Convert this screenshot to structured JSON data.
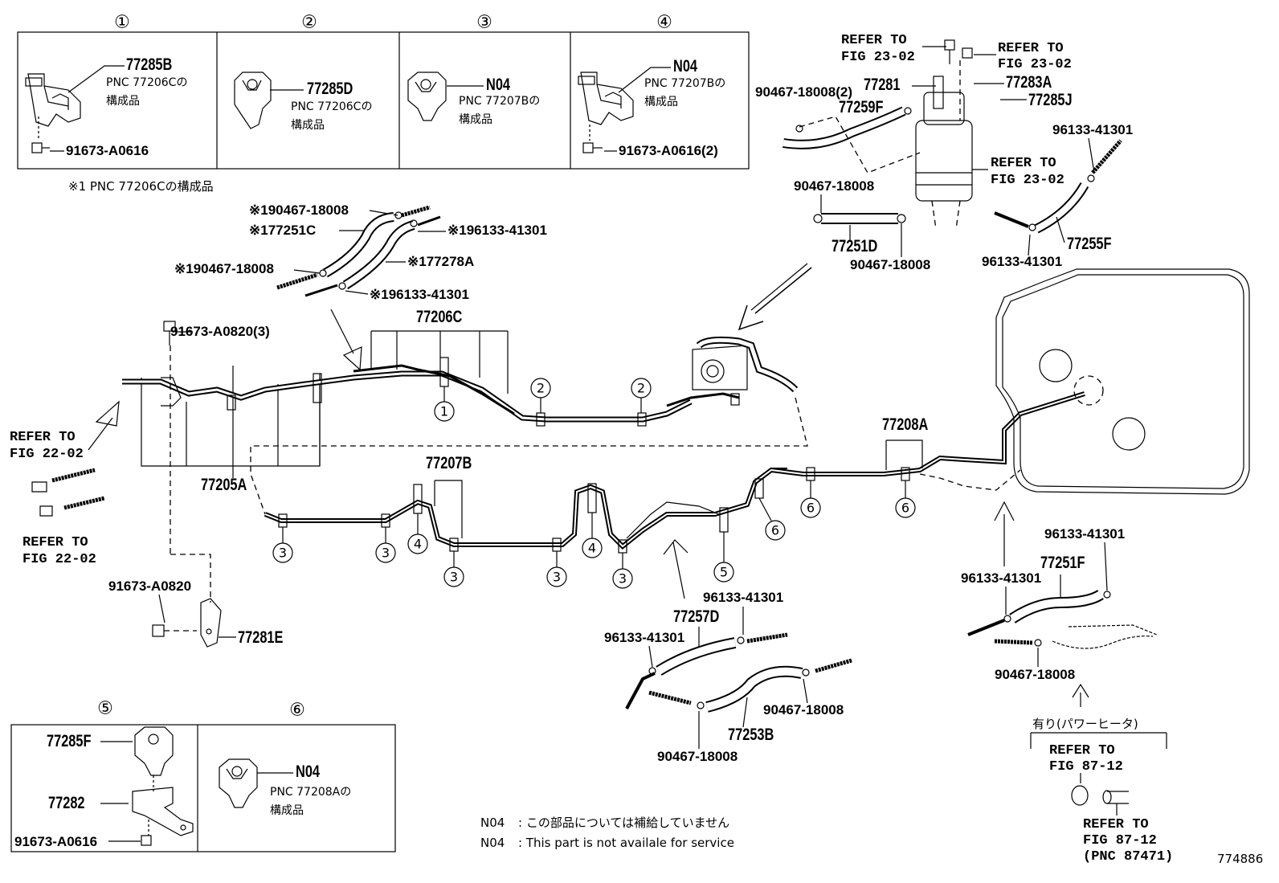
{
  "inset_boxes": {
    "top": [
      {
        "num": "①",
        "part": "77285B",
        "desc1": "PNC 77206Cの",
        "desc2": "構成品",
        "bolt": "91673-A0616"
      },
      {
        "num": "②",
        "part": "77285D",
        "desc1": "PNC 77206Cの",
        "desc2": "構成品"
      },
      {
        "num": "③",
        "part": "N04",
        "desc1": "PNC 77207Bの",
        "desc2": "構成品"
      },
      {
        "num": "④",
        "part": "N04",
        "desc1": "PNC 77207Bの",
        "desc2": "構成品",
        "bolt": "91673-A0616(2)"
      }
    ],
    "bottom": [
      {
        "num": "⑤",
        "part1": "77285F",
        "part2": "77282",
        "bolt": "91673-A0616"
      },
      {
        "num": "⑥",
        "part": "N04",
        "desc1": "PNC 77208Aの",
        "desc2": "構成品"
      }
    ]
  },
  "footnote_top": "※1 PNC 77206Cの構成品",
  "labels": {
    "l_904_a": "※190467-18008",
    "l_77251c": "※177251C",
    "l_961_a": "※196133-41301",
    "l_904_b": "※190467-18008",
    "l_77278a": "※177278A",
    "l_961_b": "※196133-41301",
    "l_91673_a0820_3": "91673-A0820(3)",
    "l_77206c": "77206C",
    "l_77205a": "77205A",
    "l_77207b": "77207B",
    "l_77208a": "77208A",
    "l_91673_a0820": "91673-A0820",
    "l_77281e": "77281E",
    "l_904_1": "90467-18008(2)",
    "l_77281": "77281",
    "l_77283a": "77283A",
    "l_77285j": "77285J",
    "l_77259f": "77259F",
    "l_961_c": "96133-41301",
    "l_904_2": "90467-18008",
    "l_77251d": "77251D",
    "l_904_3": "90467-18008",
    "l_77255f": "77255F",
    "l_961_d": "96133-41301",
    "l_961_e": "96133-41301",
    "l_77257d": "77257D",
    "l_961_f": "96133-41301",
    "l_904_4": "90467-18008",
    "l_77253b": "77253B",
    "l_904_5": "90467-18008",
    "l_961_g": "96133-41301",
    "l_77251f": "77251F",
    "l_961_h": "96133-41301",
    "l_904_6": "90467-18008",
    "l_power_heater": "有り(パワーヒータ)",
    "l_num": "774886"
  },
  "refer_to": {
    "r1a": "REFER TO",
    "r1b": "FIG 23-02",
    "r2a": "REFER TO",
    "r2b": "FIG 23-02",
    "r3a": "REFER TO",
    "r3b": "FIG 23-02",
    "r4a": "REFER TO",
    "r4b": "FIG 22-02",
    "r5a": "REFER TO",
    "r5b": "FIG 22-02",
    "r6a": "REFER TO",
    "r6b": "FIG 87-12",
    "r7a": "REFER TO",
    "r7b": "FIG 87-12",
    "r7c": "(PNC 87471)"
  },
  "callouts": {
    "c1": "1",
    "c2a": "2",
    "c2b": "2",
    "c3a": "3",
    "c3b": "3",
    "c3c": "3",
    "c3d": "3",
    "c3e": "3",
    "c4a": "4",
    "c4b": "4",
    "c5": "5",
    "c6a": "6",
    "c6b": "6",
    "c6c": "6"
  },
  "notes": {
    "n1_code": "N04",
    "n1_text": ": この部品については補給していません",
    "n2_code": "N04",
    "n2_text": ": This part is not availale for service"
  }
}
